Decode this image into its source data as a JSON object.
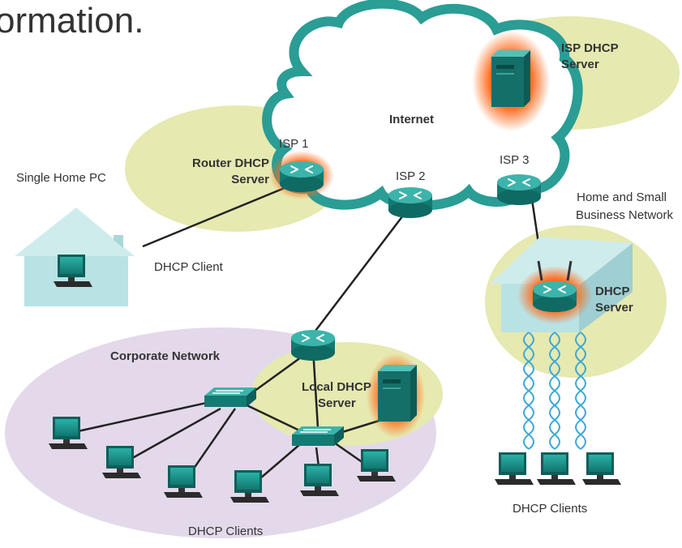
{
  "heading_fragment": "ormation.",
  "labels": {
    "internet": "Internet",
    "isp1": "ISP 1",
    "isp2": "ISP 2",
    "isp3": "ISP 3",
    "router_dhcp_line1": "Router DHCP",
    "router_dhcp_line2": "Server",
    "isp_dhcp_line1": "ISP DHCP",
    "isp_dhcp_line2": "Server",
    "single_home_pc": "Single Home PC",
    "dhcp_client": "DHCP Client",
    "home_small_line1": "Home and Small",
    "home_small_line2": "Business Network",
    "home_dhcp_line1": "DHCP",
    "home_dhcp_line2": "Server",
    "corporate_network": "Corporate Network",
    "local_dhcp_line1": "Local DHCP",
    "local_dhcp_line2": "Server",
    "corp_dhcp_clients": "DHCP Clients",
    "home_dhcp_clients": "DHCP Clients"
  },
  "colors": {
    "cloud_stroke": "#2a9d94",
    "zone_yellow": "#e6e9b0",
    "zone_purple": "#e3d9ea",
    "device_teal": "#1b8a82",
    "server_glow": "#ff6a1a",
    "house_fill": "#b9e2e4",
    "wireless_blue": "#3aa8d8"
  },
  "icons": [
    "router-icon",
    "server-icon",
    "switch-icon",
    "pc-icon",
    "house-icon",
    "wireless-icon",
    "cloud-icon"
  ]
}
